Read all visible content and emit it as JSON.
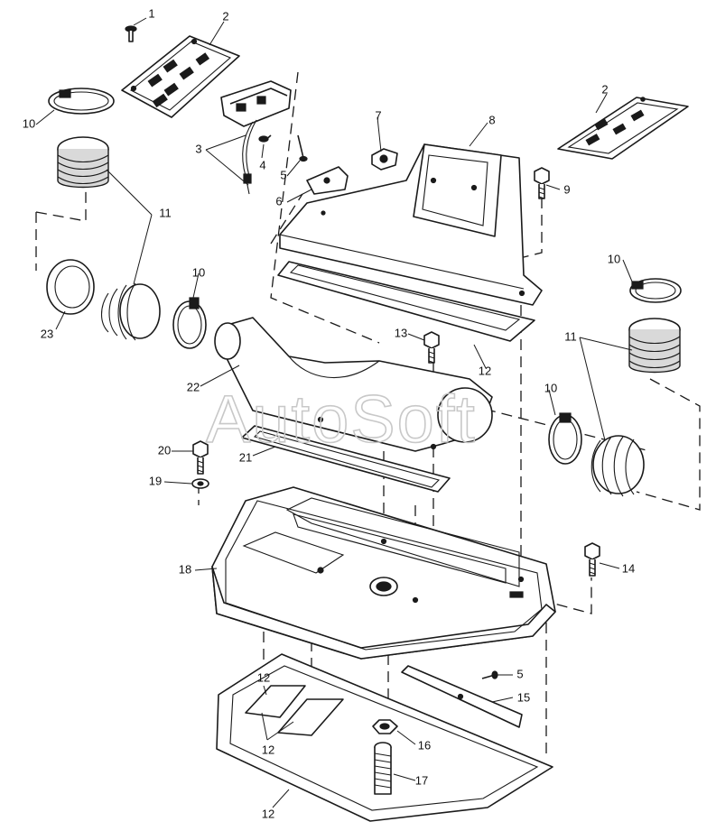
{
  "watermark": "AutoSoft",
  "callouts": {
    "c1": "1",
    "c2a": "2",
    "c2b": "2",
    "c3": "3",
    "c4": "4",
    "c5a": "5",
    "c5b": "5",
    "c6": "6",
    "c7": "7",
    "c8": "8",
    "c9": "9",
    "c10a": "10",
    "c10b": "10",
    "c10c": "10",
    "c10d": "10",
    "c11a": "11",
    "c11b": "11",
    "c12a": "12",
    "c12b": "12",
    "c12c": "12",
    "c12d": "12",
    "c13": "13",
    "c14": "14",
    "c15": "15",
    "c16": "16",
    "c17": "17",
    "c18": "18",
    "c19": "19",
    "c20": "20",
    "c21": "21",
    "c22": "22",
    "c23": "23"
  },
  "colors": {
    "line": "#1a1a1a",
    "background": "#ffffff",
    "watermark": "#c8c8c8"
  }
}
